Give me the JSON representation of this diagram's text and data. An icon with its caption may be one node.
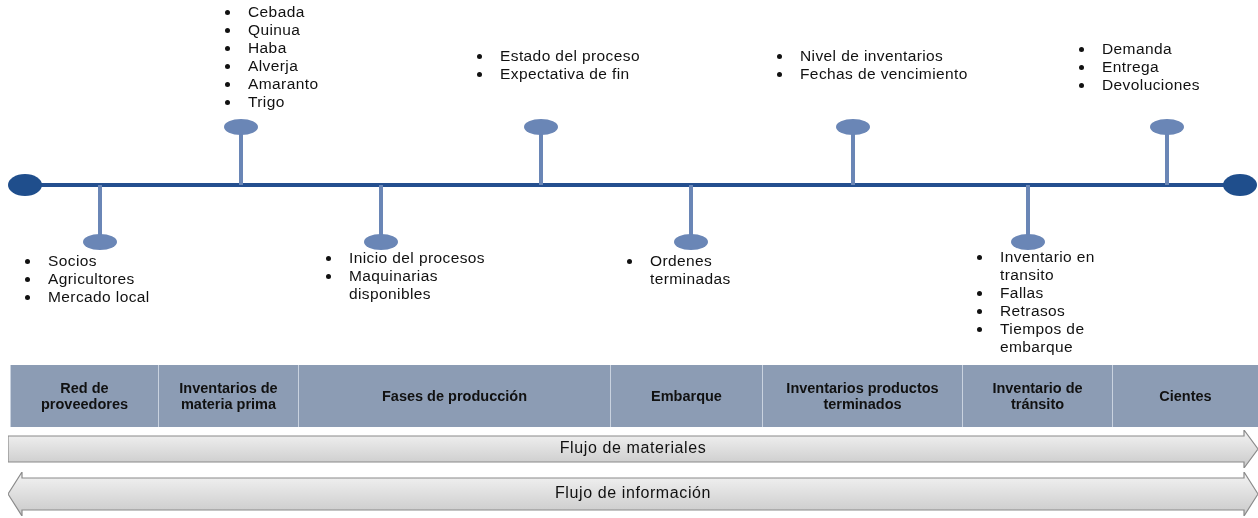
{
  "diagram": {
    "nodes": [
      {
        "text": [
          "Red de proveedores"
        ]
      },
      {
        "text": [
          "Inventarios de materia prima"
        ]
      },
      {
        "text": [
          "Fases de producción"
        ]
      },
      {
        "text": [
          "Embarque"
        ]
      },
      {
        "text": [
          "Inventarios productos terminados"
        ]
      },
      {
        "text": [
          "Inventario de tránsito"
        ]
      },
      {
        "text": [
          "Cientes"
        ]
      },
      {
        "text": [
          "Flujo de materiales"
        ]
      },
      {
        "text": [
          "Flujo de información"
        ]
      }
    ],
    "edges": [],
    "labels": [
      "Socios",
      "Agricultores",
      "Mercado local",
      "Cebada",
      "Quinua",
      "Haba",
      "Alverja",
      "Amaranto",
      "Trigo",
      "Inicio del procesos",
      "Maquinarias disponibles",
      "Estado del proceso",
      "Expectativa de fin",
      "Ordenes terminadas",
      "Nivel de inventarios",
      "Fechas de vencimiento",
      "Inventario en transito",
      "Fallas",
      "Retrasos",
      "Tiempos de embarque",
      "Demanda",
      "Entrega",
      "Devoluciones"
    ]
  }
}
